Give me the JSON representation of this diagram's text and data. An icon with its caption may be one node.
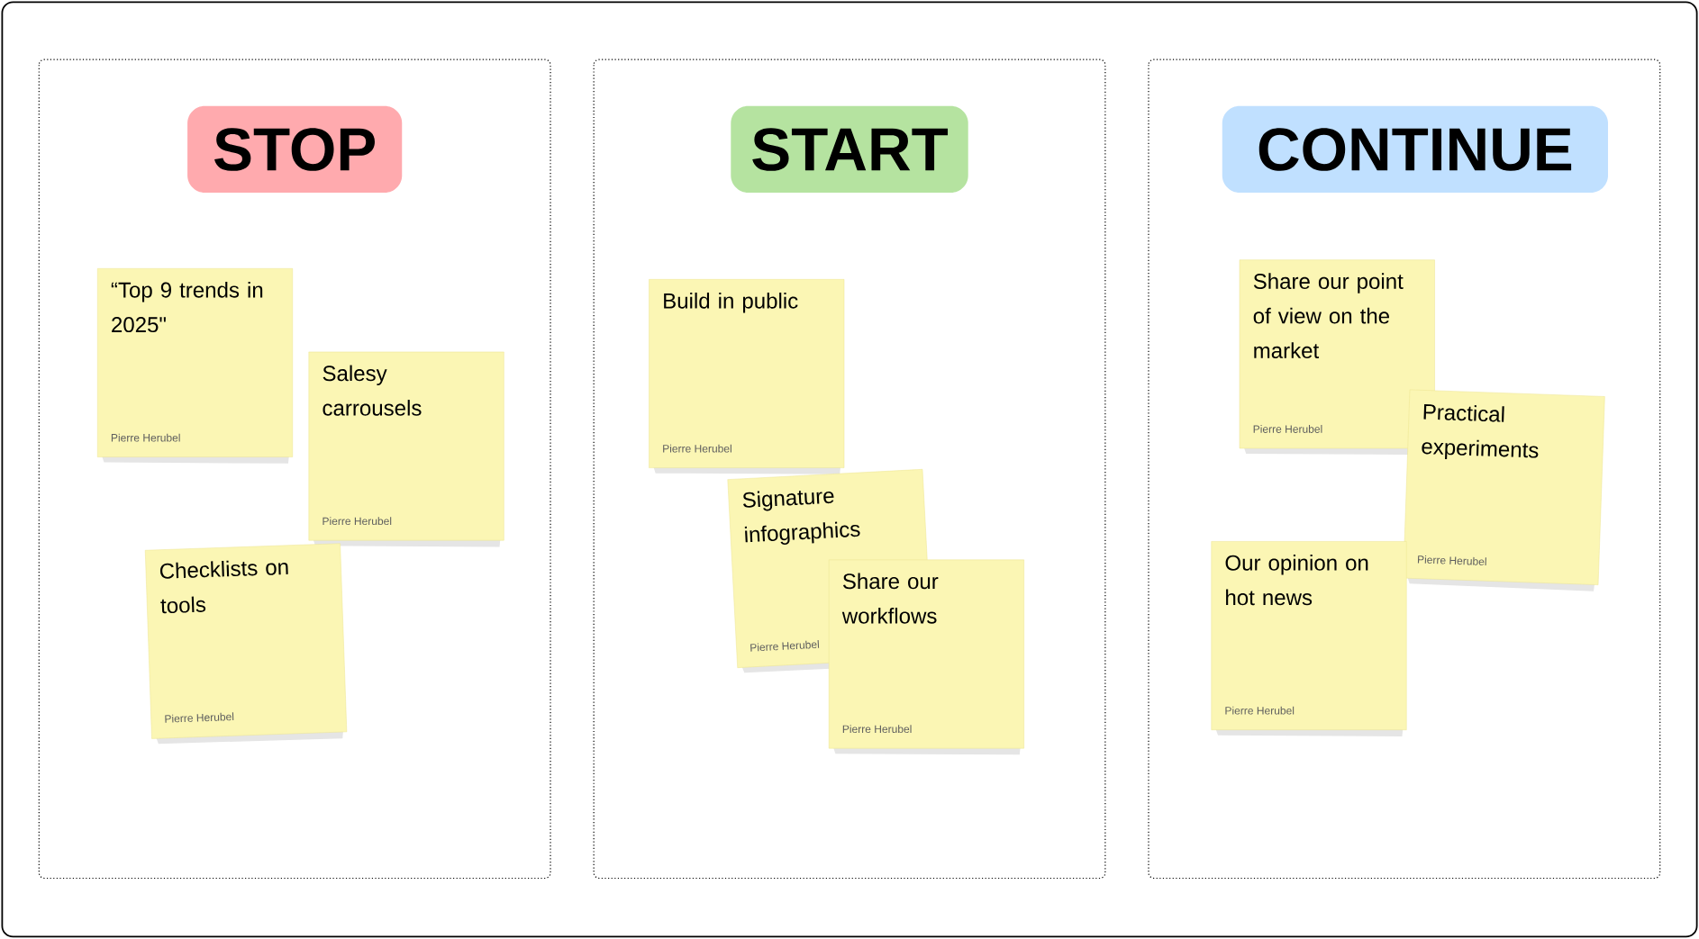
{
  "diagram": {
    "nodes": [
      {
        "text": [],
        "shape": "box"
      },
      {
        "text": [
          "STOP"
        ],
        "in": 0
      },
      {
        "text": [
          "“Top 9 trends in 2025\"",
          "Pierre Herubel"
        ],
        "in": 0
      },
      {
        "text": [
          "Salesy carrousels",
          "Pierre Herubel"
        ],
        "in": 0
      },
      {
        "text": [
          "Checklists on tools",
          "Pierre Herubel"
        ],
        "in": 0
      },
      {
        "text": [],
        "shape": "box"
      },
      {
        "text": [
          "START"
        ],
        "in": 5
      },
      {
        "text": [
          "Build in public",
          "Pierre Herubel"
        ],
        "in": 5
      },
      {
        "text": [
          "Signature infographics",
          "Pierre Herubel"
        ],
        "in": 5
      },
      {
        "text": [
          "Share our workflows",
          "Pierre Herubel"
        ],
        "in": 5
      },
      {
        "text": [],
        "shape": "box"
      },
      {
        "text": [
          "CONTINUE"
        ],
        "in": 10
      },
      {
        "text": [
          "Share our point of view on the market",
          "Pierre Herubel"
        ],
        "in": 10
      },
      {
        "text": [
          "Practical experiments",
          "Pierre Herubel"
        ],
        "in": 10
      },
      {
        "text": [
          "Our opinion on hot news",
          "Pierre Herubel"
        ],
        "in": 10
      }
    ],
    "edges": []
  }
}
